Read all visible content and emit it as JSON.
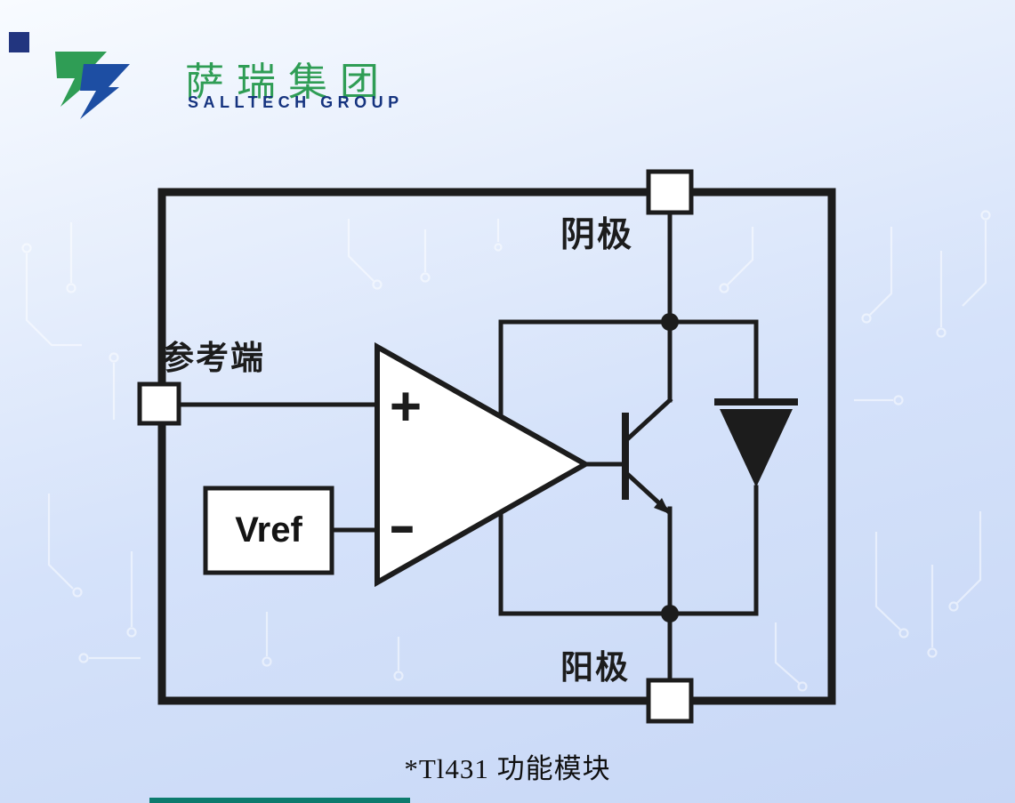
{
  "logo": {
    "company_cn": "萨瑞集团",
    "company_en": "SALLTECH GROUP"
  },
  "diagram": {
    "labels": {
      "cathode": "阴极",
      "reference": "参考端",
      "anode": "阳极"
    },
    "opamp": {
      "plus_input": "+",
      "minus_input": "-"
    },
    "vref": "Vref"
  },
  "caption": "*Tl431 功能模块",
  "colors": {
    "line": "#1c1c1c",
    "logo_green": "#2f9d55",
    "logo_blue": "#1d4ea3",
    "accent_teal": "#0d7b6e",
    "background_top": "#f8fbff",
    "background_bottom": "#c7d7f6"
  },
  "icons": {
    "logo_mark": "salltech-logo-mark"
  }
}
